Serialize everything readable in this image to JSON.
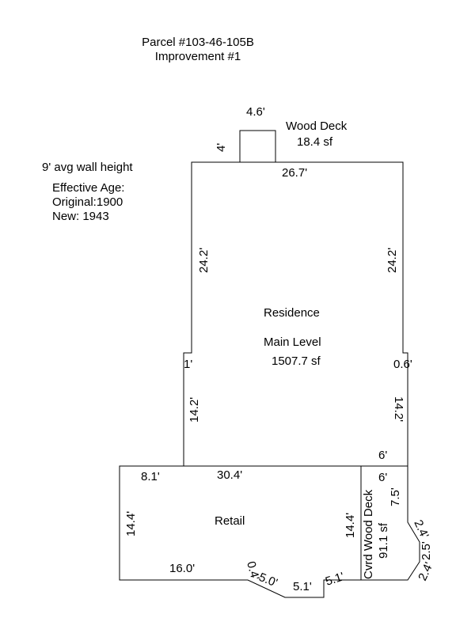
{
  "header": {
    "parcel": "Parcel #103-46-105B",
    "improvement": "Improvement #1"
  },
  "info": {
    "wall_height": "9' avg wall height",
    "effective_age_label": "Effective Age:",
    "original": "Original:1900",
    "new": "New: 1943"
  },
  "areas": {
    "wood_deck_name": "Wood Deck",
    "wood_deck_sf": "18.4 sf",
    "residence_name": "Residence",
    "residence_level": "Main Level",
    "residence_sf": "1507.7 sf",
    "retail_name": "Retail",
    "cvrd_deck_name": "Cvrd Wood Deck",
    "cvrd_deck_sf": "91.1 sf"
  },
  "dimensions": {
    "deck_width": "4.6'",
    "deck_depth": "4'",
    "res_top": "26.7'",
    "res_left_upper": "24.2'",
    "res_right_upper": "24.2'",
    "res_left_jog": "1'",
    "res_right_jog": "0.6'",
    "res_left_lower": "14.2'",
    "res_right_lower": "14.2'",
    "res_bottom_right": "6'",
    "retail_top_left": "8.1'",
    "retail_top": "30.4'",
    "retail_left": "14.4'",
    "retail_right": "14.4'",
    "retail_bottom": "16.0'",
    "bay_jog": "0.4'",
    "bay_left": "5.0'",
    "bay_bottom": "5.1'",
    "bay_right": "5.1'",
    "cvrd_top": "6'",
    "cvrd_right": "7.5'",
    "cvrd_angle_top": "2.4'",
    "cvrd_angle_mid": "2.5'",
    "cvrd_angle_bottom": "2.4'"
  }
}
